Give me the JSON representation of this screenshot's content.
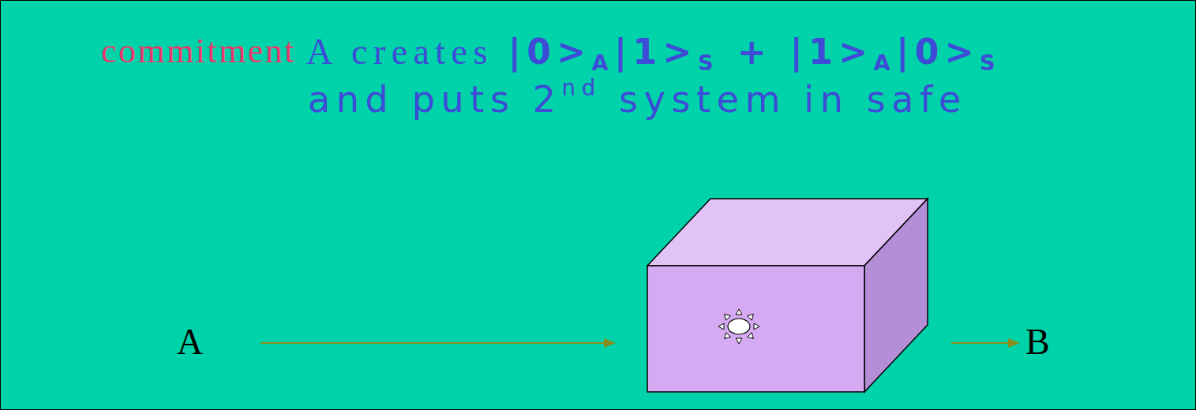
{
  "diagram": {
    "labels": [
      "commitment",
      "A creates |0>A|1>S + |1>A|0>S",
      "and puts 2nd system in safe",
      "A",
      "B"
    ]
  }
}
